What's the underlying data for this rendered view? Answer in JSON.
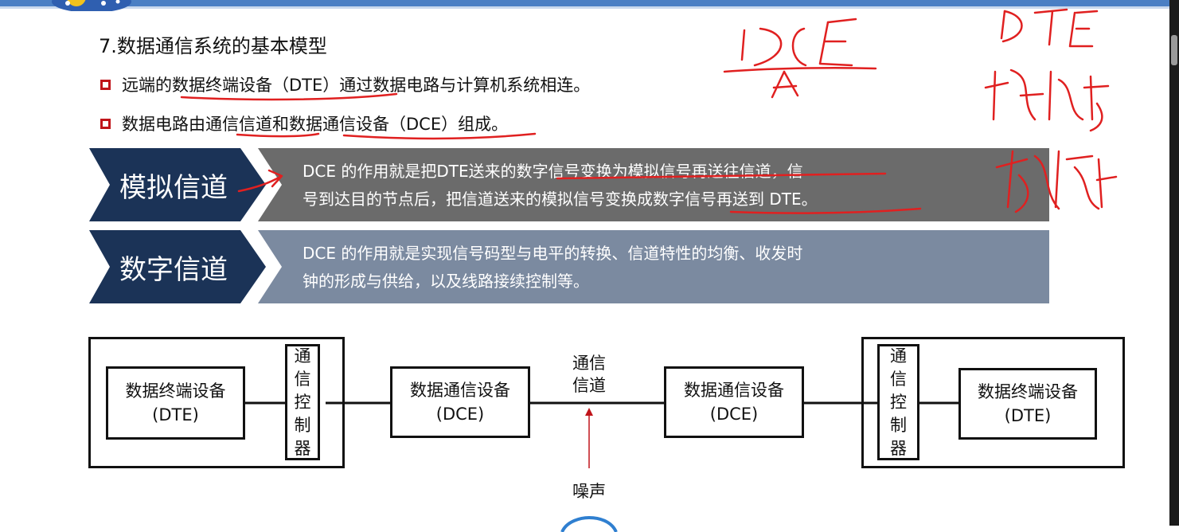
{
  "slide": {
    "title": "7.数据通信系统的基本模型",
    "bullets": [
      "远端的数据终端设备（DTE）通过数据电路与计算机系统相连。",
      "数据电路由通信信道和数据通信设备（DCE）组成。"
    ],
    "bands": [
      {
        "label": "模拟信道",
        "line1": "DCE 的作用就是把DTE送来的数字信号变换为模拟信号再送往信道，信",
        "line2": "号到达目的节点后，把信道送来的模拟信号变换成数字信号再送到 DTE。"
      },
      {
        "label": "数字信道",
        "line1": "DCE 的作用就是实现信号码型与电平的转换、信道特性的均衡、收发时",
        "line2": "钟的形成与供给，以及线路接续控制等。"
      }
    ],
    "colors": {
      "band_dark": "#1b3357",
      "band1_box": "#6b6b6b",
      "band2_box": "#7b8aa0",
      "bullet_box": "#c0141a",
      "ink": "#e02020"
    }
  },
  "diagram": {
    "dte_left_line1": "数据终端设备",
    "dte_left_line2": "(DTE)",
    "controller_chars": [
      "通",
      "信",
      "控",
      "制",
      "器"
    ],
    "dce_left_line1": "数据通信设备",
    "dce_left_line2": "(DCE)",
    "channel_line1": "通信",
    "channel_line2": "信道",
    "dce_right_line1": "数据通信设备",
    "dce_right_line2": "(DCE)",
    "dte_right_line1": "数据终端设备",
    "dte_right_line2": "(DTE)",
    "noise_label": "噪声"
  },
  "annotations": {
    "icons": [
      "logo-cloud-icon",
      "handwriting-dce",
      "handwriting-dte-receive-send-terminal"
    ]
  }
}
